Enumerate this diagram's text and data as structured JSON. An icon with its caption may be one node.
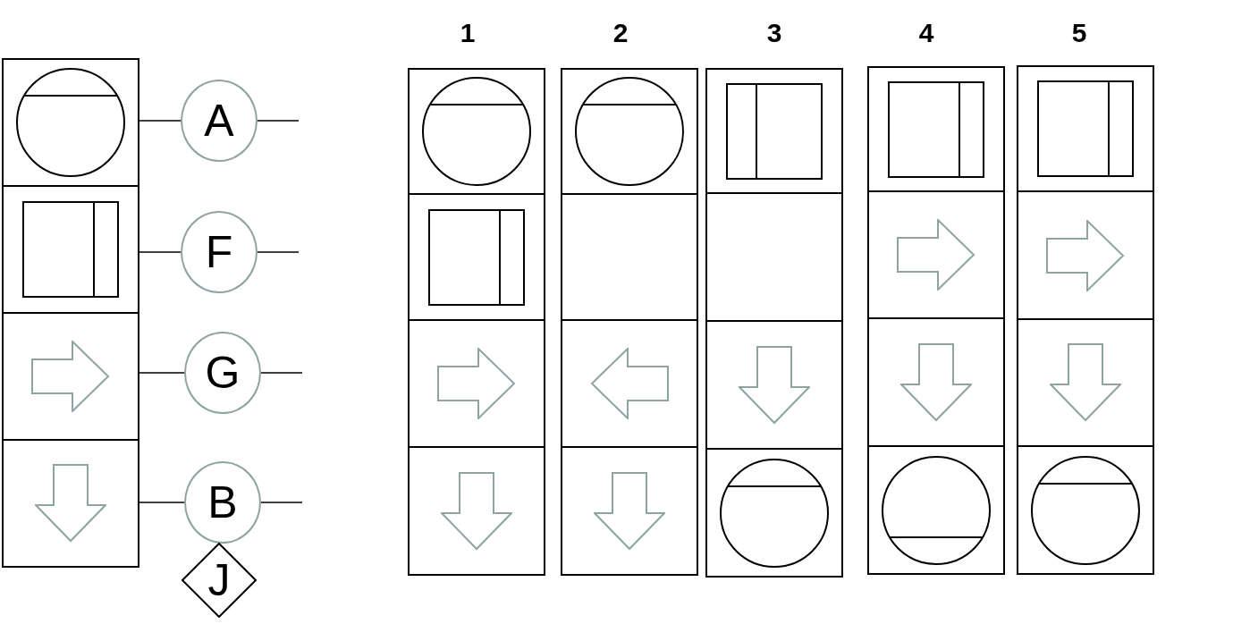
{
  "diagram": {
    "nodes": [
      {
        "text": [],
        "shape": "box"
      },
      {
        "text": [],
        "shape": "box"
      },
      {
        "text": [],
        "shape": "box"
      },
      {
        "text": [],
        "shape": "box"
      },
      {
        "text": [
          "A"
        ]
      },
      {
        "text": [
          "F"
        ]
      },
      {
        "text": [
          "G"
        ]
      },
      {
        "text": [
          "B"
        ]
      },
      {
        "text": [
          "J"
        ]
      },
      {
        "text": [],
        "shape": "box"
      },
      {
        "text": [],
        "shape": "box"
      },
      {
        "text": [],
        "shape": "box"
      },
      {
        "text": [],
        "shape": "box"
      },
      {
        "text": [],
        "shape": "box"
      },
      {
        "text": [],
        "shape": "box"
      },
      {
        "text": [],
        "shape": "box"
      },
      {
        "text": [],
        "shape": "box"
      },
      {
        "text": [],
        "shape": "box"
      },
      {
        "text": [],
        "shape": "box"
      },
      {
        "text": [],
        "shape": "box"
      },
      {
        "text": [],
        "shape": "box"
      },
      {
        "text": [],
        "shape": "box"
      },
      {
        "text": [],
        "shape": "box"
      },
      {
        "text": [],
        "shape": "box"
      },
      {
        "text": [],
        "shape": "box"
      },
      {
        "text": [],
        "shape": "box"
      },
      {
        "text": [],
        "shape": "box"
      },
      {
        "text": [],
        "shape": "box"
      },
      {
        "text": [],
        "shape": "box"
      }
    ],
    "edges": [
      {
        "from": 0,
        "to": 4,
        "arrow": "none"
      },
      {
        "from": 4,
        "to": null,
        "arrow": "none"
      },
      {
        "from": 1,
        "to": 5,
        "arrow": "none"
      },
      {
        "from": 5,
        "to": null,
        "arrow": "none"
      },
      {
        "from": 2,
        "to": 6,
        "arrow": "none"
      },
      {
        "from": 6,
        "to": null,
        "arrow": "none"
      },
      {
        "from": 3,
        "to": 7,
        "arrow": "none"
      },
      {
        "from": 7,
        "to": null,
        "arrow": "none"
      }
    ],
    "labels": [
      "1",
      "2",
      "3",
      "4",
      "5"
    ]
  }
}
